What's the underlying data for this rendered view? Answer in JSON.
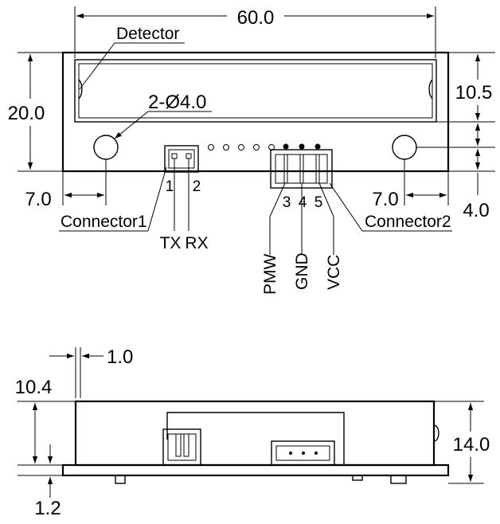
{
  "top_view": {
    "width_dim": "60.0",
    "height_dim": "20.0",
    "detector_label": "Detector",
    "hole_label": "2-Ø4.0",
    "right_upper_dim": "10.5",
    "left_offset_dim": "7.0",
    "right_offset_dim": "7.0",
    "bottom_offset_dim": "4.0",
    "connector1_label": "Connector1",
    "connector2_label": "Connector2",
    "pin1": "1",
    "pin2": "2",
    "pin3": "3",
    "pin4": "4",
    "pin5": "5",
    "tx_label": "TX",
    "rx_label": "RX",
    "pmw_label": "PMW",
    "gnd_label": "GND",
    "vcc_label": "VCC"
  },
  "side_view": {
    "lip_dim": "1.0",
    "body_dim": "10.4",
    "total_height_dim": "14.0",
    "base_dim": "1.2"
  }
}
